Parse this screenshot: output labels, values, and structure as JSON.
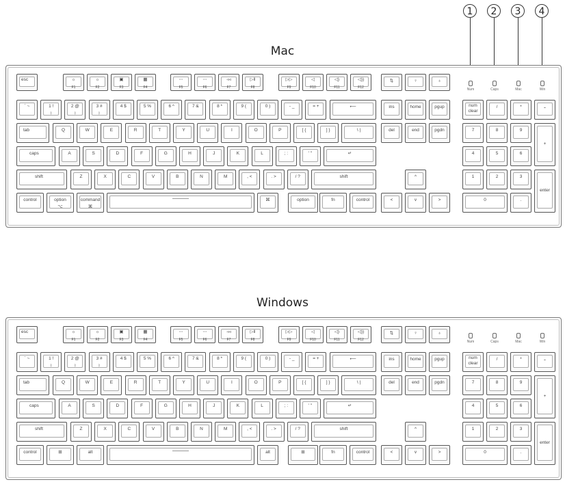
{
  "callouts": [
    "1",
    "2",
    "3",
    "4"
  ],
  "indicators": [
    "Num",
    "Caps",
    "Mac",
    "Win"
  ],
  "layouts": [
    {
      "title": "Mac",
      "bottom_row": {
        "ctrl": "control",
        "mod1": "option",
        "mod1_icon": "⌥",
        "mod2": "command",
        "mod2_icon": "⌘",
        "mod3": "⌘",
        "mod4": "option",
        "fn": "fn",
        "ctrl_r": "control"
      }
    },
    {
      "title": "Windows",
      "bottom_row": {
        "ctrl": "control",
        "mod1": "⊞",
        "mod1_icon": "",
        "mod2": "alt",
        "mod2_icon": "",
        "mod3": "alt",
        "mod4": "⊞",
        "fn": "fn",
        "ctrl_r": "control"
      }
    }
  ],
  "keys": {
    "esc": "esc",
    "f1": "F1",
    "f1_icon": "☼",
    "f2": "F2",
    "f2_icon": "☼",
    "f3": "F3",
    "f3_icon": "▣",
    "f4": "F4",
    "f4_icon": "▦",
    "f5": "F5",
    "f5_icon": "⋯",
    "f6": "F6",
    "f6_icon": "⋯",
    "f7": "F7",
    "f7_icon": "◃◃",
    "f8": "F8",
    "f8_icon": "▷‖",
    "f9": "F9",
    "f9_icon": "▷▷",
    "f10": "F10",
    "f10_icon": "◁",
    "f11": "F11",
    "f11_icon": "◁)",
    "f12": "F12",
    "f12_icon": "◁))",
    "snap": "⇅",
    "mic": "♀",
    "light": "♁",
    "row1": [
      "` ~",
      "1 !",
      "2 @",
      "3 #",
      "4 $",
      "5 %",
      "6 ^",
      "7 &",
      "8 *",
      "9 (",
      "0 )",
      "- _",
      "= +"
    ],
    "row1_sub": [
      "",
      "ᛒ",
      "ᛒ",
      "ᛒ",
      "",
      "",
      "",
      "",
      "",
      "",
      "",
      "",
      ""
    ],
    "backspace": "⟵",
    "tab": "tab",
    "row2": [
      "Q",
      "W",
      "E",
      "R",
      "T",
      "Y",
      "U",
      "I",
      "O",
      "P",
      "[ {",
      "] }"
    ],
    "backslash": "\\ |",
    "caps": "caps",
    "row3": [
      "A",
      "S",
      "D",
      "F",
      "G",
      "H",
      "J",
      "K",
      "L",
      "; :",
      "' \""
    ],
    "enter": "↵",
    "lshift": "shift",
    "row4": [
      "Z",
      "X",
      "C",
      "V",
      "B",
      "N",
      "M",
      ", <",
      ". >",
      "/ ?"
    ],
    "rshift": "shift",
    "ins": "ins",
    "home": "home",
    "pgup": "pgup",
    "del": "del",
    "end": "end",
    "pgdn": "pgdn",
    "up": "^",
    "left": "<",
    "down": "v",
    "right": ">",
    "numlock": "num\nclear",
    "numdiv": "/",
    "nummul": "*",
    "numsub": "-",
    "num7": "7",
    "num8": "8",
    "num9": "9",
    "numadd": "+",
    "num4": "4",
    "num5": "5",
    "num6": "6",
    "num1": "1",
    "num2": "2",
    "num3": "3",
    "numenter": "enter",
    "num0": "0",
    "numdot": "."
  }
}
